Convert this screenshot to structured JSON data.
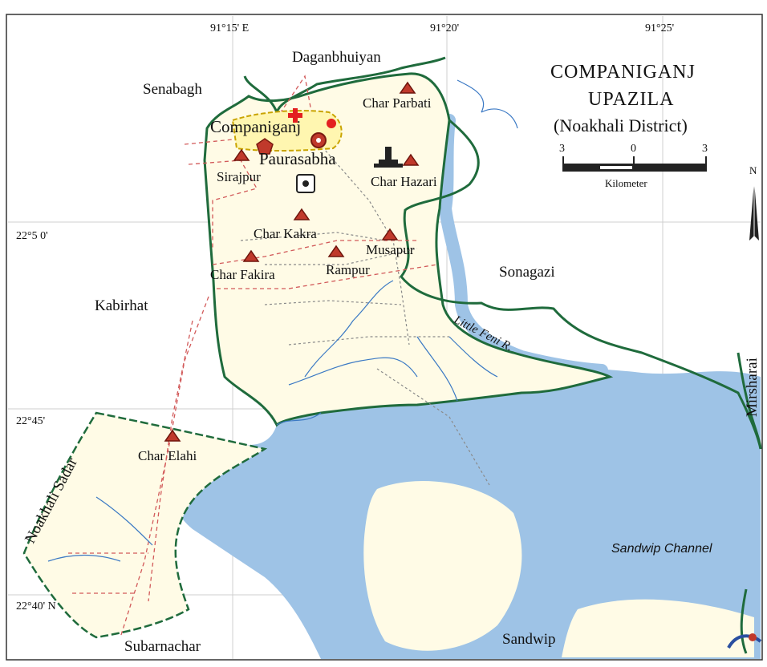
{
  "colors": {
    "land": "#fffbe6",
    "water": "#9ec3e6",
    "border": "#1f6b3c",
    "union_border": "#d25a5a",
    "road": "#9a9a9a",
    "river": "#3b79c4",
    "grid": "#cfcfcf",
    "marker": "#c0392b"
  },
  "grid_labels": {
    "lon_1": "91°15' E",
    "lon_2": "91°20'",
    "lon_3": "91°25'",
    "lat_1": "22°5 0'",
    "lat_2": "22°45'",
    "lat_3": "22°40' N"
  },
  "title": {
    "line1": "COMPANIGANJ",
    "line2": "UPAZILA",
    "line3": "(Noakhali District)"
  },
  "scale_bar": {
    "tick_left": "3",
    "tick_mid": "0",
    "tick_right": "3",
    "unit": "Kilometer"
  },
  "north_label": "N",
  "neighbors": {
    "daganbhuiyan": "Daganbhuiyan",
    "senabagh": "Senabagh",
    "kabirhat": "Kabirhat",
    "sonagazi": "Sonagazi",
    "mirsharai": "Mirsharai",
    "noakhali_sadar": "Noakhali Sadar",
    "subarnachar": "Subarnachar",
    "sandwip": "Sandwip"
  },
  "unions": {
    "char_parbati": "Char Parbati",
    "companiganj": "Companiganj",
    "paurasabha": "Paurasabha",
    "sirajpur": "Sirajpur",
    "char_hazari": "Char Hazari",
    "char_kakra": "Char Kakra",
    "musapur": "Musapur",
    "char_fakira": "Char Fakira",
    "rampur": "Rampur",
    "char_elahi": "Char Elahi"
  },
  "water_labels": {
    "little_feni": "Little Feni R.",
    "sandwip_channel": "Sandwip Channel"
  }
}
